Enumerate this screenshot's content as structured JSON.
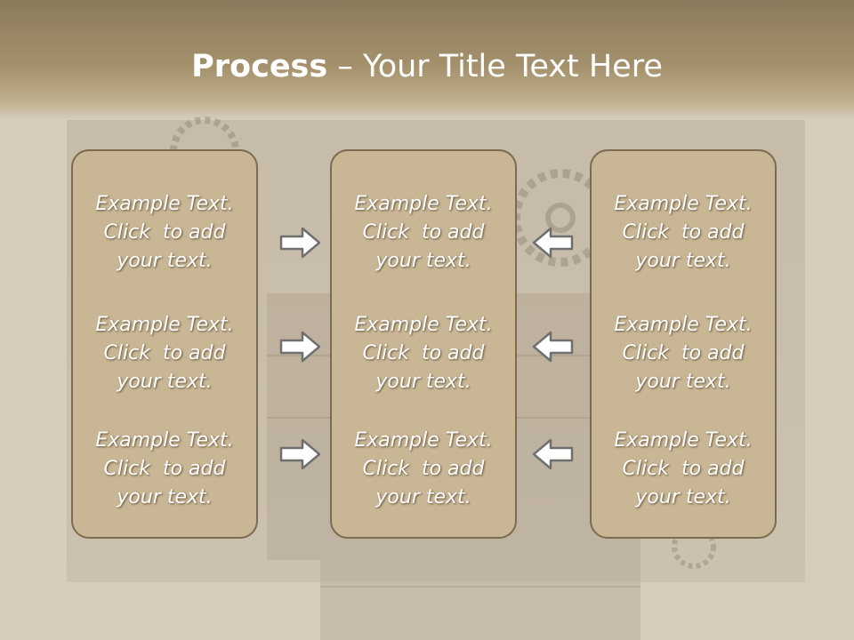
{
  "slide": {
    "title_bold": "Process",
    "title_rest": " – Your Title Text Here"
  },
  "columns": [
    {
      "items": [
        {
          "line1": "Example Text.",
          "line2": "Click  to add",
          "line3": "your text."
        },
        {
          "line1": "Example Text.",
          "line2": "Click  to add",
          "line3": "your text."
        },
        {
          "line1": "Example Text.",
          "line2": "Click  to add",
          "line3": "your text."
        }
      ]
    },
    {
      "items": [
        {
          "line1": "Example Text.",
          "line2": "Click  to add",
          "line3": "your text."
        },
        {
          "line1": "Example Text.",
          "line2": "Click  to add",
          "line3": "your text."
        },
        {
          "line1": "Example Text.",
          "line2": "Click  to add",
          "line3": "your text."
        }
      ]
    },
    {
      "items": [
        {
          "line1": "Example Text.",
          "line2": "Click  to add",
          "line3": "your text."
        },
        {
          "line1": "Example Text.",
          "line2": "Click  to add",
          "line3": "your text."
        },
        {
          "line1": "Example Text.",
          "line2": "Click  to add",
          "line3": "your text."
        }
      ]
    }
  ],
  "arrows": {
    "left_icon": "arrow-right-icon",
    "right_icon": "arrow-left-icon"
  },
  "colors": {
    "header": "#a4916c",
    "box_fill": "#c9b694",
    "box_border": "#7c6b4f",
    "text": "#ffffff"
  }
}
